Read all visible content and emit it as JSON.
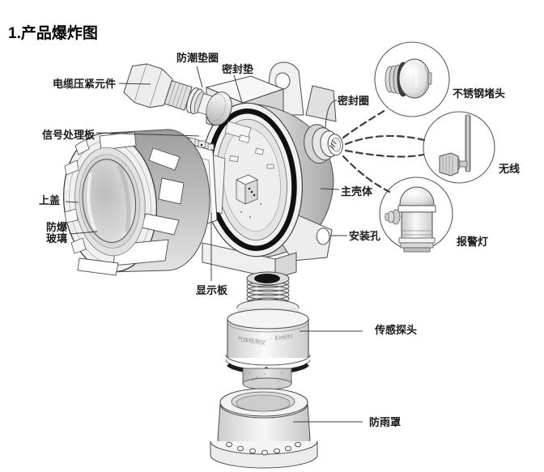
{
  "page": {
    "title": "1.产品爆炸图"
  },
  "labels": {
    "cable_gland": "电缆压紧元件",
    "moisture_washer": "防潮垫圈",
    "seal_gasket": "密封垫",
    "seal_ring": "密封圈",
    "steel_plug": "不锈钢堵头",
    "wireless": "无线",
    "alarm_light": "报警灯",
    "signal_board": "信号处理板",
    "top_cover": "上盖",
    "explosion_glass_line1": "防爆",
    "explosion_glass_line2": "玻璃",
    "main_housing": "主壳体",
    "mounting_hole": "安装孔",
    "display_board": "显示板",
    "sensor_probe": "传感探头",
    "rain_cover": "防雨罩"
  },
  "probe_marking": {
    "left": "气体检测仪",
    "right": "Exd(ib)"
  },
  "colors": {
    "background": "#ffffff",
    "line": "#3d3d3d",
    "label_text": "#1a1a1a",
    "oring_black": "#101010",
    "metal_gray": "#b5b5b5"
  }
}
